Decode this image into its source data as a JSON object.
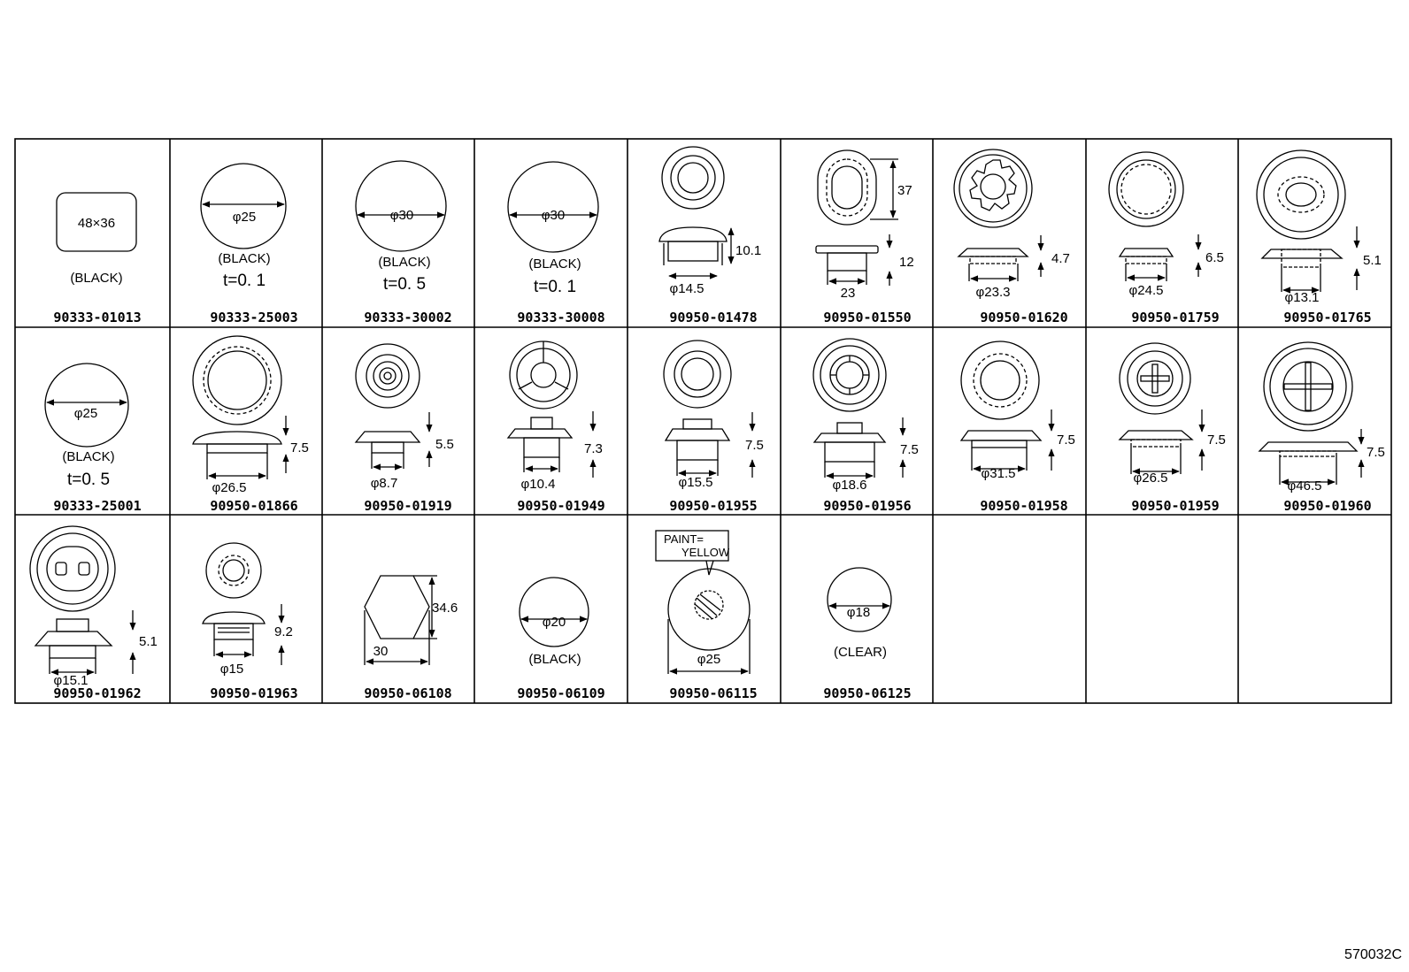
{
  "reference_code": "570032C",
  "cells": [
    {
      "code": "90333-01013",
      "labels": [
        "48×36",
        "(BLACK)"
      ]
    },
    {
      "code": "90333-25003",
      "labels": [
        "φ25",
        "(BLACK)",
        "t=0. 1"
      ]
    },
    {
      "code": "90333-30002",
      "labels": [
        "φ30",
        "(BLACK)",
        "t=0. 5"
      ]
    },
    {
      "code": "90333-30008",
      "labels": [
        "φ30",
        "(BLACK)",
        "t=0. 1"
      ]
    },
    {
      "code": "90950-01478",
      "labels": [
        "10.1",
        "φ14.5"
      ]
    },
    {
      "code": "90950-01550",
      "labels": [
        "37",
        "12",
        "23"
      ]
    },
    {
      "code": "90950-01620",
      "labels": [
        "4.7",
        "φ23.3"
      ]
    },
    {
      "code": "90950-01759",
      "labels": [
        "6.5",
        "φ24.5"
      ]
    },
    {
      "code": "90950-01765",
      "labels": [
        "5.1",
        "φ13.1"
      ]
    },
    {
      "code": "90333-25001",
      "labels": [
        "φ25",
        "(BLACK)",
        "t=0. 5"
      ]
    },
    {
      "code": "90950-01866",
      "labels": [
        "7.5",
        "φ26.5"
      ]
    },
    {
      "code": "90950-01919",
      "labels": [
        "5.5",
        "φ8.7"
      ]
    },
    {
      "code": "90950-01949",
      "labels": [
        "7.3",
        "φ10.4"
      ]
    },
    {
      "code": "90950-01955",
      "labels": [
        "7.5",
        "φ15.5"
      ]
    },
    {
      "code": "90950-01956",
      "labels": [
        "7.5",
        "φ18.6"
      ]
    },
    {
      "code": "90950-01958",
      "labels": [
        "7.5",
        "φ31.5"
      ]
    },
    {
      "code": "90950-01959",
      "labels": [
        "7.5",
        "φ26.5"
      ]
    },
    {
      "code": "90950-01960",
      "labels": [
        "7.5",
        "φ46.5"
      ]
    },
    {
      "code": "90950-01962",
      "labels": [
        "5.1",
        "φ15.1"
      ]
    },
    {
      "code": "90950-01963",
      "labels": [
        "9.2",
        "φ15"
      ]
    },
    {
      "code": "90950-06108",
      "labels": [
        "34.6",
        "30"
      ]
    },
    {
      "code": "90950-06109",
      "labels": [
        "φ20",
        "(BLACK)"
      ]
    },
    {
      "code": "90950-06115",
      "labels": [
        "PAINT=",
        "YELLOW",
        "φ25"
      ]
    },
    {
      "code": "90950-06125",
      "labels": [
        "φ18",
        "(CLEAR)"
      ]
    },
    {
      "code": "",
      "labels": []
    },
    {
      "code": "",
      "labels": []
    },
    {
      "code": "",
      "labels": []
    }
  ]
}
